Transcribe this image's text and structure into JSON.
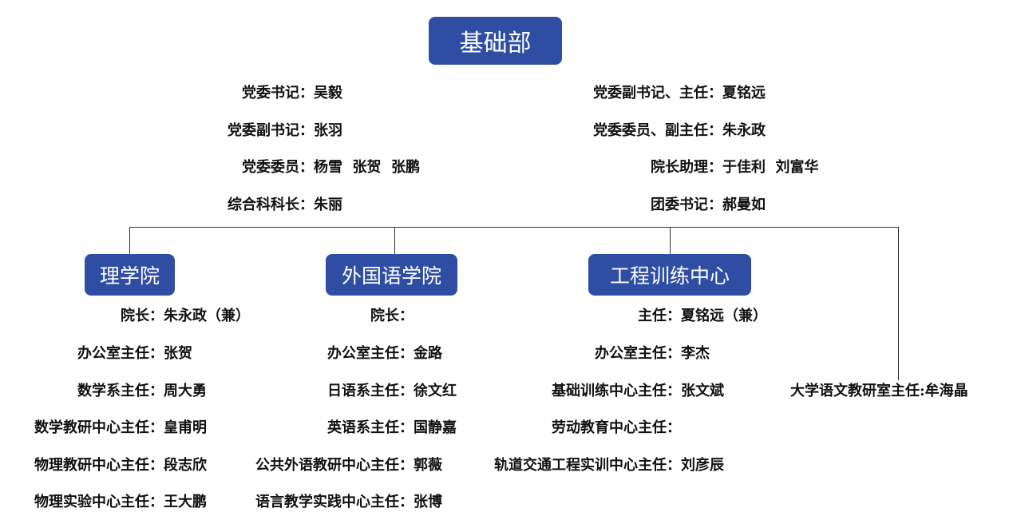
{
  "root": {
    "title": "基础部"
  },
  "leadership": {
    "left": [
      {
        "label": "党委书记：",
        "value": "吴毅"
      },
      {
        "label": "党委副书记：",
        "value": "张羽"
      },
      {
        "label": "党委委员：",
        "value": "杨雪  张贺  张鹏"
      },
      {
        "label": "综合科科长：",
        "value": "朱丽"
      }
    ],
    "right": [
      {
        "label": "党委副书记、主任：",
        "value": "夏铭远"
      },
      {
        "label": "党委委员、副主任：",
        "value": "朱永政"
      },
      {
        "label": "院长助理：",
        "value": "于佳利  刘富华"
      },
      {
        "label": "团委书记：",
        "value": "郝曼如"
      }
    ]
  },
  "units": [
    {
      "name": "理学院",
      "rows": [
        {
          "label": "院长：",
          "value": "朱永政（兼）"
        },
        {
          "label": "办公室主任：",
          "value": "张贺"
        },
        {
          "label": "数学系主任：",
          "value": "周大勇"
        },
        {
          "label": "数学教研中心主任：",
          "value": "皇甫明"
        },
        {
          "label": "物理教研中心主任：",
          "value": "段志欣"
        },
        {
          "label": "物理实验中心主任：",
          "value": "王大鹏"
        }
      ]
    },
    {
      "name": "外国语学院",
      "rows": [
        {
          "label": "院长：",
          "value": ""
        },
        {
          "label": "办公室主任：",
          "value": "金路"
        },
        {
          "label": "日语系主任：",
          "value": "徐文红"
        },
        {
          "label": "英语系主任：",
          "value": "国静嘉"
        },
        {
          "label": "公共外语教研中心主任：",
          "value": "郭薇"
        },
        {
          "label": "语言教学实践中心主任：",
          "value": "张博"
        }
      ]
    },
    {
      "name": "工程训练中心",
      "rows": [
        {
          "label": "主任：",
          "value": "夏铭远（兼）"
        },
        {
          "label": "办公室主任：",
          "value": "李杰"
        },
        {
          "label": "基础训练中心主任：",
          "value": "张文斌"
        },
        {
          "label": "劳动教育中心主任：",
          "value": ""
        },
        {
          "label": "轨道交通工程实训中心主任：",
          "value": "刘彦辰"
        }
      ]
    }
  ],
  "extra": {
    "text": "大学语文教研室主任:牟海晶"
  },
  "colors": {
    "box": "#2f4ea3",
    "line": "#333333"
  }
}
